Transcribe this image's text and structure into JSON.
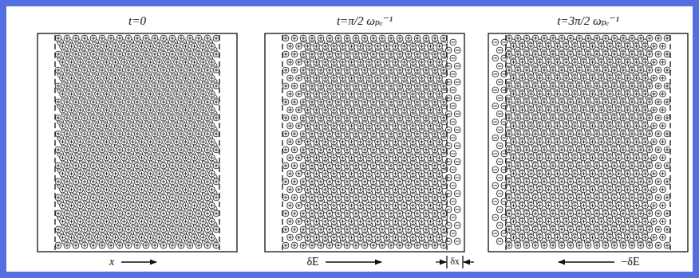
{
  "diagram": {
    "labels": [
      "t=0",
      "t=π/2 ωₚₑ⁻¹",
      "t=3π/2 ωₚₑ⁻¹",
      "x",
      "δE",
      "δx",
      "−δE"
    ]
  }
}
